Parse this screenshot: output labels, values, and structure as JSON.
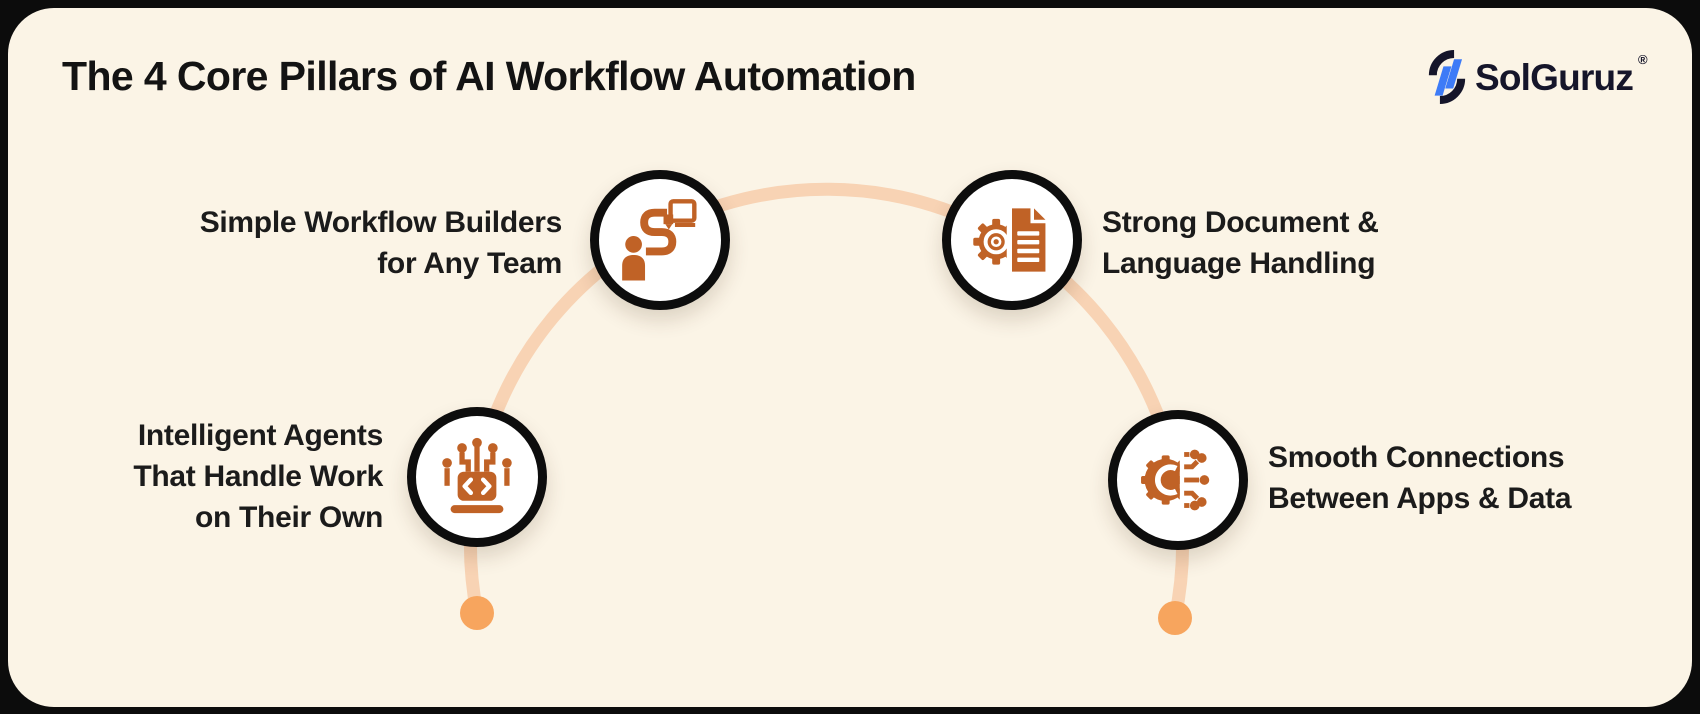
{
  "title": "The 4 Core Pillars of AI Workflow Automation",
  "logo": {
    "name": "SolGuruz",
    "registered_mark": "®"
  },
  "pillars": [
    {
      "id": "simple-workflow-builders",
      "label": "Simple Workflow Builders\nfor Any Team",
      "icon": "person-workflow-path-icon"
    },
    {
      "id": "strong-document-language",
      "label": "Strong Document &\nLanguage Handling",
      "icon": "gear-document-icon"
    },
    {
      "id": "intelligent-agents",
      "label": "Intelligent Agents\nThat Handle Work\non Their Own",
      "icon": "laptop-circuit-agent-icon"
    },
    {
      "id": "smooth-connections",
      "label": "Smooth Connections\nBetween Apps & Data",
      "icon": "gear-circuit-icon"
    }
  ],
  "colors": {
    "frame_background": "#0C0C0C",
    "card_background": "#FBF4E6",
    "icon_orange": "#C06226",
    "arc_peach": "#F8D3B4",
    "dot_orange": "#F7A55E",
    "text_dark": "#1B1B1B",
    "logo_blue": "#3D7BF7",
    "logo_text": "#15152A"
  }
}
